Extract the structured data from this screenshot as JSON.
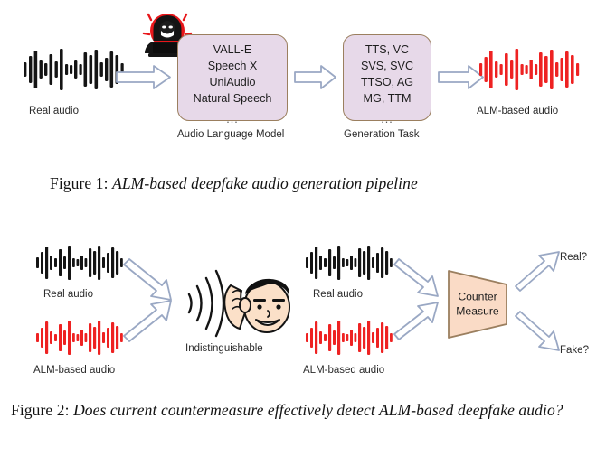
{
  "figure1": {
    "caption_label": "Figure 1:",
    "caption_text": "ALM-based deepfake audio generation pipeline",
    "input_waveform_label": "Real audio",
    "output_waveform_label": "ALM-based audio",
    "hacker_icon": "hacker-at-laptop-icon",
    "boxes": [
      {
        "name": "audio-language-model",
        "lines": [
          "VALL-E",
          "Speech X",
          "UniAudio",
          "Natural Speech"
        ],
        "ellipsis": "...",
        "label": "Audio Language Model"
      },
      {
        "name": "generation-task",
        "lines": [
          "TTS, VC",
          "SVS, SVC",
          "TTSO, AG",
          "MG, TTM"
        ],
        "ellipsis": "...",
        "label": "Generation Task"
      }
    ],
    "colors": {
      "box_fill": "#e7d9e9",
      "box_border": "#9b7f5f",
      "arrow_fill": "#ffffff",
      "arrow_border": "#9aa8c4",
      "real_waveform": "#141414",
      "alm_waveform": "#ee2222",
      "hacker_badge": "#e8161a"
    }
  },
  "figure2": {
    "caption_label": "Figure 2:",
    "caption_text": "Does current countermeasure effectively detect ALM-based deepfake audio?",
    "left_panel": {
      "real_label": "Real audio",
      "alm_label": "ALM-based audio",
      "result_label": "Indistinguishable",
      "listener_icon": "listening-face-icon"
    },
    "right_panel": {
      "real_label": "Real audio",
      "alm_label": "ALM-based audio",
      "module_lines": [
        "Counter",
        "Measure"
      ],
      "output_real": "Real?",
      "output_fake": "Fake?"
    },
    "colors": {
      "trapezoid_fill": "#fadbc6",
      "trapezoid_border": "#9b7f5f",
      "arrow_fill": "#ffffff",
      "arrow_border": "#9aa8c4",
      "real_waveform": "#141414",
      "alm_waveform": "#ee2222",
      "skin": "#fbe0c8",
      "hair": "#111111"
    }
  }
}
